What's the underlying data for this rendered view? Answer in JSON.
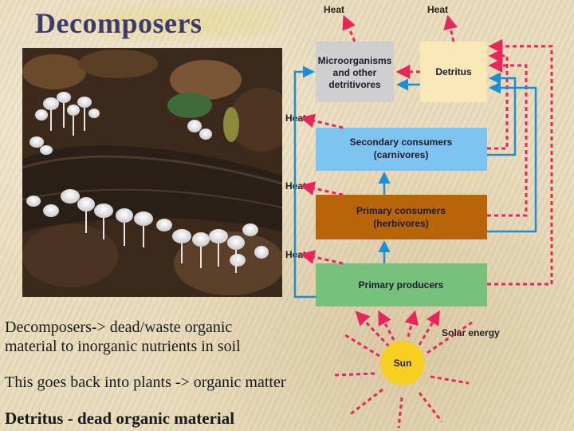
{
  "slide": {
    "title": "Decomposers",
    "bullets": {
      "line1a": "Decomposers-> dead/waste organic",
      "line1b": "material to inorganic nutrients in soil",
      "line2": "This goes back into plants -> organic matter",
      "line3": "Detritus - dead organic material"
    }
  },
  "diagram": {
    "boxes": {
      "microorganisms": [
        "Microorganisms",
        "and other",
        "detritivores"
      ],
      "detritus": "Detritus",
      "secondary": [
        "Secondary consumers",
        "(carnivores)"
      ],
      "primary_consumers": [
        "Primary consumers",
        "(herbivores)"
      ],
      "producers": "Primary producers"
    },
    "labels": {
      "heat_top_left": "Heat",
      "heat_top_right": "Heat",
      "heat_1": "Heat",
      "heat_2": "Heat",
      "heat_3": "Heat",
      "solar_energy": "Solar energy",
      "sun": "Sun"
    },
    "colors": {
      "micro_box": "#cfcfcf",
      "detritus_box": "#fbe8b8",
      "secondary_box": "#7ec4f0",
      "primary_consumer_box": "#b8650a",
      "producer_box": "#74c27c",
      "energy_arrow": "#e8265a",
      "nutrient_arrow": "#1a8fd6",
      "sun": "#f7cf20"
    }
  }
}
